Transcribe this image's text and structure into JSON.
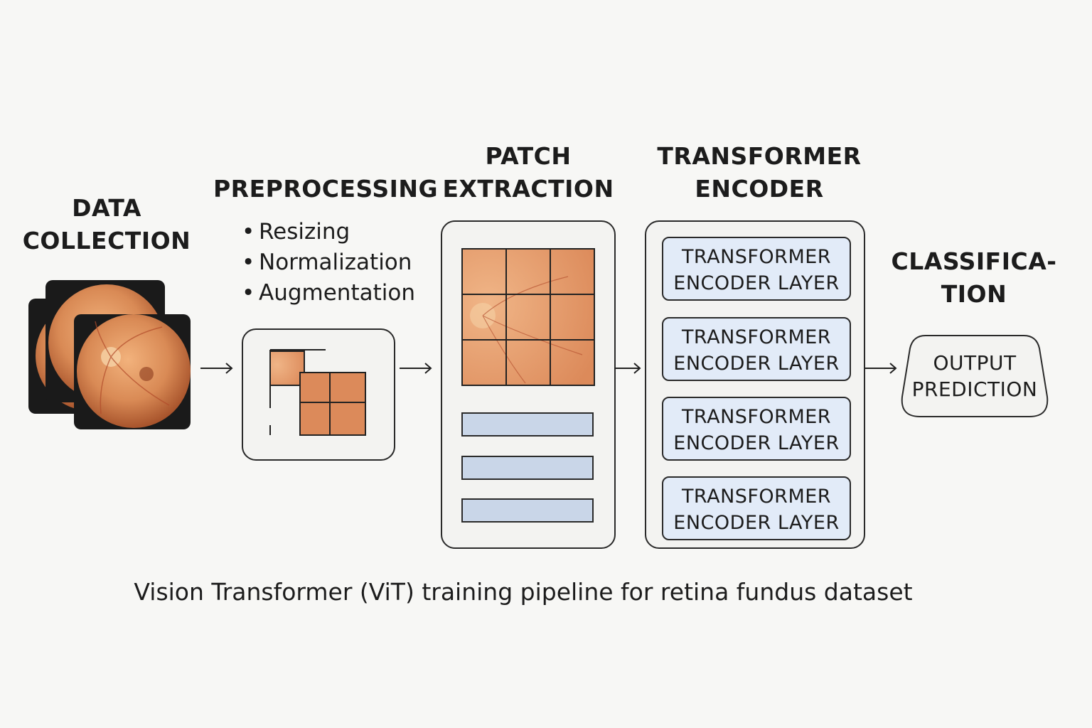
{
  "stages": {
    "data_collection": {
      "line1": "DATA",
      "line2": "COLLECTION"
    },
    "preprocessing": {
      "title": "PREPROCESSING",
      "steps": [
        "Resizing",
        "Normalization",
        "Augmentation"
      ]
    },
    "patch_extraction": {
      "line1": "PATCH",
      "line2": "EXTRACTION"
    },
    "transformer_encoder": {
      "line1": "TRANSFORMER",
      "line2": "ENCODER",
      "layers": [
        {
          "line1": "TRANSFORMER",
          "line2": "ENCODER LAYER"
        },
        {
          "line1": "TRANSFORMER",
          "line2": "ENCODER LAYER"
        },
        {
          "line1": "TRANSFORMER",
          "line2": "ENCODER LAYER"
        },
        {
          "line1": "TRANSFORMER",
          "line2": "ENCODER LAYER"
        }
      ]
    },
    "classification": {
      "line1": "CLASSIFICA-",
      "line2": "TION",
      "output": {
        "line1": "OUTPUT",
        "line2": "PREDICTION"
      }
    }
  },
  "caption": "Vision Transformer (ViT) training pipeline for retina fundus dataset",
  "colors": {
    "patch_fill": "#dc8a5a",
    "token_fill": "#c9d6e8",
    "layer_fill": "#e2ebf8",
    "fundus_fill": "#d98a55"
  },
  "icons": [
    "fundus-image-icon",
    "arrow-right-icon"
  ]
}
